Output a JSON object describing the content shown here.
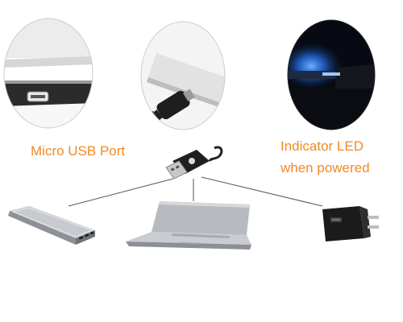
{
  "labels": {
    "micro_usb_port": "Micro USB Port",
    "indicator_led_line1": "Indicator LED",
    "indicator_led_line2": "when powered"
  },
  "colors": {
    "label_orange": "#f08a22",
    "led_blue": "#2a7bff",
    "device_silver": "#b9bcc1",
    "device_dark": "#1c1c1c",
    "connector_line": "#555555"
  },
  "icons": {
    "micro_usb_closeup": "micro-usb-port-closeup",
    "cable_plug_closeup": "cable-plug-closeup",
    "led_closeup": "indicator-led-closeup",
    "usb_connector": "usb-a-connector",
    "power_bank": "power-bank",
    "laptop": "laptop",
    "wall_charger": "wall-charger"
  }
}
